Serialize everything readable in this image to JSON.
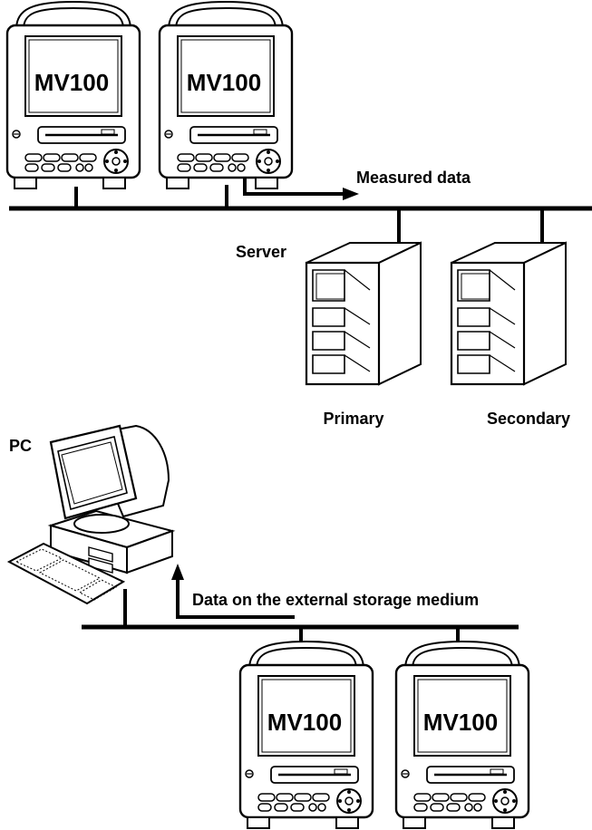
{
  "devices": {
    "top_left": "MV100",
    "top_right": "MV100",
    "bottom_left": "MV100",
    "bottom_right": "MV100"
  },
  "labels": {
    "measured_data": "Measured data",
    "server": "Server",
    "primary": "Primary",
    "secondary": "Secondary",
    "pc": "PC",
    "storage_medium": "Data on the external storage medium"
  }
}
